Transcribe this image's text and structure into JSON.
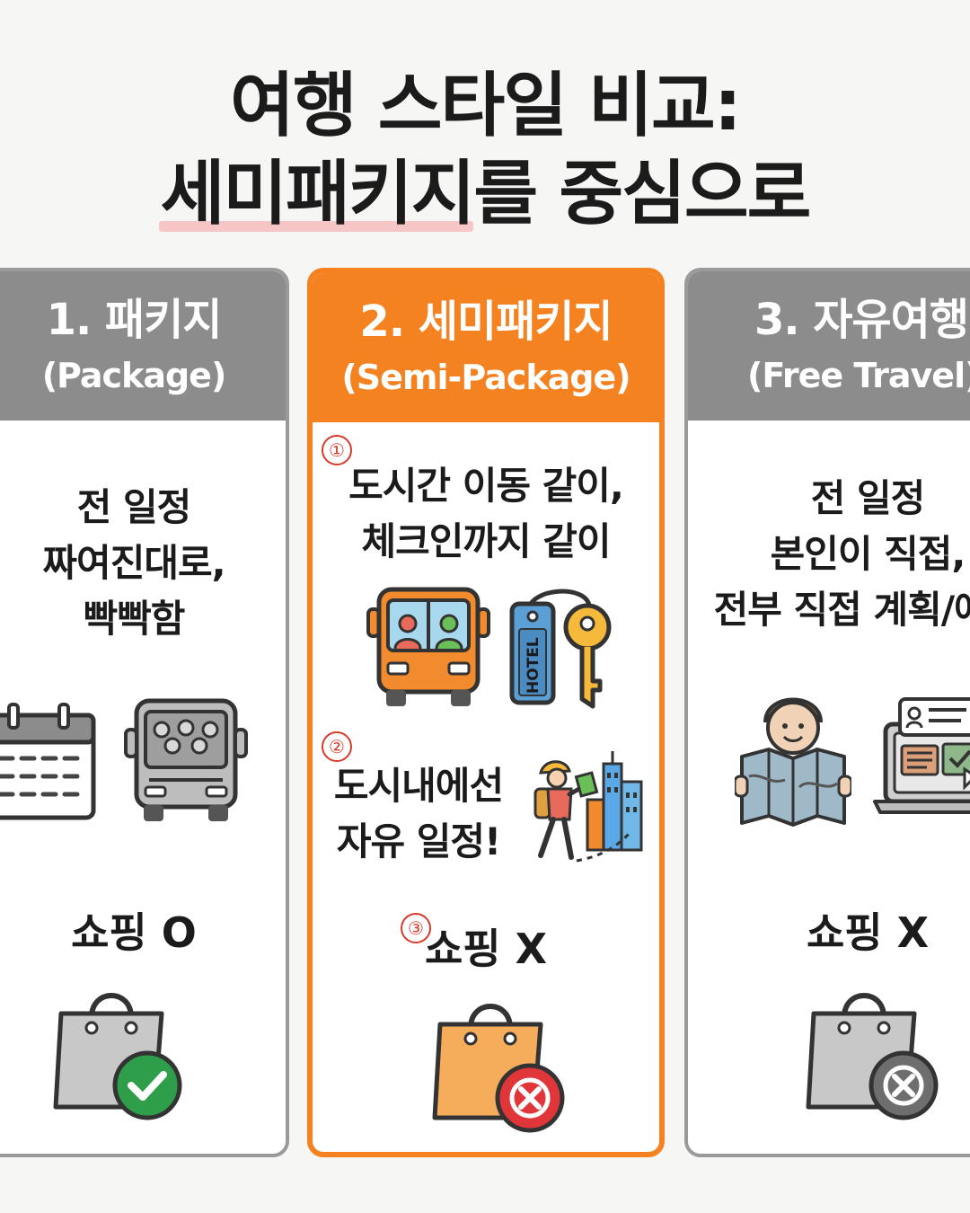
{
  "title": {
    "line1": "여행 스타일 비교:",
    "line2_highlight": "세미패키지",
    "line2_rest": "를 중심으로"
  },
  "colors": {
    "accent": "#f58220",
    "gray": "#8c8c8c",
    "check": "#2e9e4a",
    "cross_red": "#e0363a",
    "cross_gray": "#6e6e6e"
  },
  "cards": [
    {
      "title": "1. 패키지",
      "subtitle": "(Package)",
      "desc_lines": [
        "전 일정",
        "짜여진대로,",
        "빡빡함"
      ],
      "shopping": "쇼핑 O",
      "icons": [
        "calendar-icon",
        "tour-bus-icon",
        "shopping-bag-check-icon"
      ]
    },
    {
      "title": "2. 세미패키지",
      "subtitle": "(Semi-Package)",
      "points": [
        {
          "num": "①",
          "lines": [
            "도시간 이동 같이,",
            "체크인까지 같이"
          ]
        },
        {
          "num": "②",
          "lines": [
            "도시내에선",
            "자유 일정!"
          ]
        },
        {
          "num": "③",
          "lines": [
            "쇼핑 X"
          ]
        }
      ],
      "hotel_tag": "HOTEL",
      "icons": [
        "bus-icon",
        "hotel-key-icon",
        "traveler-icon",
        "shopping-bag-cross-icon"
      ]
    },
    {
      "title": "3. 자유여행",
      "subtitle": "(Free Travel)",
      "desc_lines": [
        "전 일정",
        "본인이 직접,",
        "전부 직접 계획/예약"
      ],
      "shopping": "쇼핑 X",
      "icons": [
        "map-person-icon",
        "laptop-booking-icon",
        "shopping-bag-cross-icon"
      ]
    }
  ]
}
